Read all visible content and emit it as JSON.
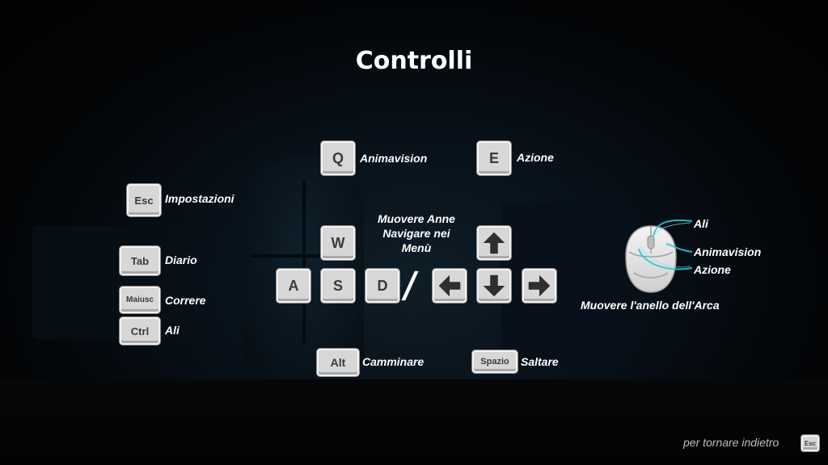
{
  "screen": {
    "title": "Controlli"
  },
  "keys": {
    "q": "Q",
    "e": "E",
    "esc": "Esc",
    "w": "W",
    "tab": "Tab",
    "maiusc": "Maiusc",
    "ctrl": "Ctrl",
    "a": "A",
    "s": "S",
    "d": "D",
    "alt": "Alt",
    "spazio": "Spazio"
  },
  "labels": {
    "animavision": "Animavision",
    "azione": "Azione",
    "impostazioni": "Impostazioni",
    "muovere_line1": "Muovere Anne",
    "muovere_line2": "Navigare nei",
    "muovere_line3": "Menù",
    "diario": "Diario",
    "correre": "Correre",
    "ali": "Ali",
    "camminare": "Camminare",
    "saltare": "Saltare"
  },
  "mouse": {
    "ali": "Ali",
    "animavision": "Animavision",
    "azione": "Azione",
    "caption": "Muovere l'anello dell'Arca",
    "trail_color": "#2bc7d4"
  },
  "footer": {
    "back_label": "per tornare indietro",
    "back_key": "Esc"
  },
  "icons": [
    "arrow-up-icon",
    "arrow-left-icon",
    "arrow-down-icon",
    "arrow-right-icon",
    "mouse-icon"
  ]
}
